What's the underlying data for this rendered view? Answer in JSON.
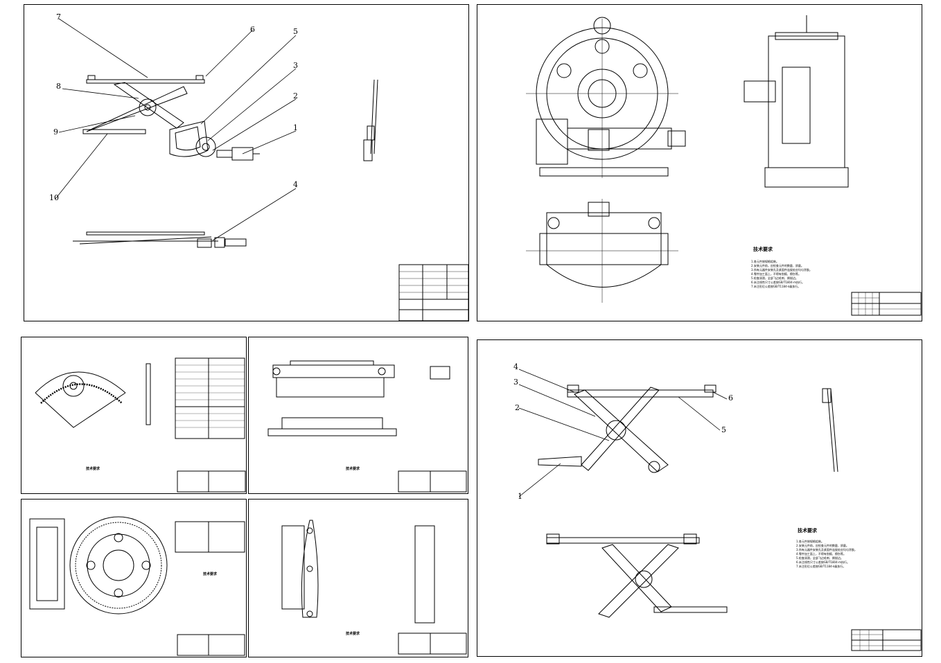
{
  "sheet1": {
    "callouts": [
      "7",
      "6",
      "5",
      "3",
      "2",
      "1",
      "8",
      "9",
      "10",
      "4"
    ]
  },
  "sheet2": {
    "notes_title": "技术要求",
    "notes": [
      "1.各元件按规格组装。",
      "2.安装元件前，应检查元件的数量、质量。",
      "3.所有元器件安装孔及紧固件连接处应均匀涂胶。",
      "4.零件加工面上，不得有划痕、擦伤等。",
      "5.检查润滑，全部飞边毛刺、倒锐边。",
      "6.未注线性尺寸公差按GB/T1804-m执行。",
      "7.未注形位公差按GB/T1184-k级执行。"
    ]
  },
  "sheet3": {
    "callouts": [
      "4",
      "3",
      "2",
      "6",
      "5",
      "1"
    ],
    "notes_title": "技术要求",
    "notes": [
      "1.各元件按规格组装。",
      "2.安装元件前，应检查元件的数量、质量。",
      "3.所有元器件安装孔及紧固件连接处应均匀涂胶。",
      "4.零件加工面上，不得有划痕、擦伤等。",
      "5.检查润滑，全部飞边毛刺、倒锐边。",
      "6.未注线性尺寸公差按GB/T1804-m执行。",
      "7.未注形位公差按GB/T1184-k级执行。"
    ]
  },
  "sheet4": {
    "notes_title": "技术要求"
  },
  "sheet5": {
    "notes_title": "技术要求"
  },
  "sheet6": {
    "notes_title": "技术要求"
  },
  "sheet7": {
    "notes_title": "技术要求"
  }
}
